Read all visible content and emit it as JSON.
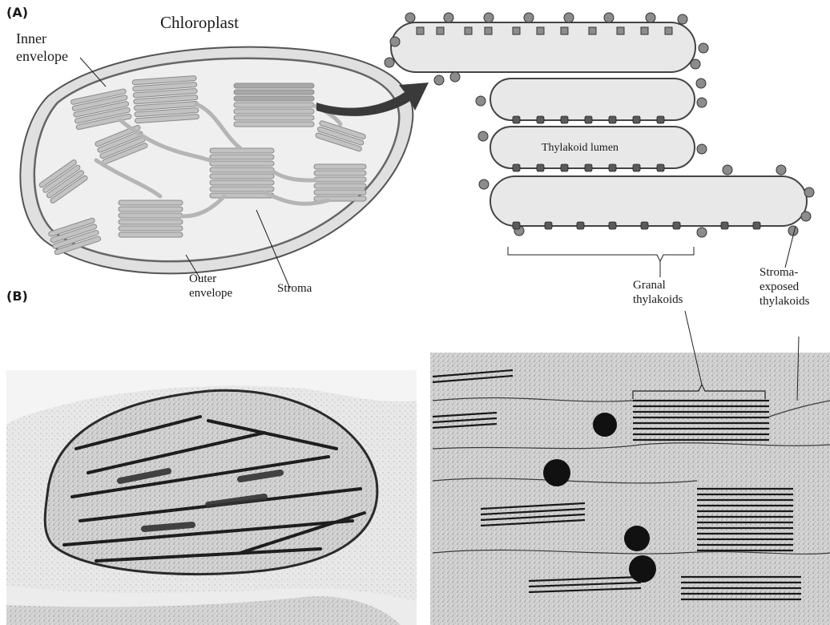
{
  "panels": {
    "a": "(A)",
    "b": "(B)"
  },
  "labels": {
    "chloroplast": "Chloroplast",
    "inner_envelope_1": "Inner",
    "inner_envelope_2": "envelope",
    "outer_envelope_1": "Outer",
    "outer_envelope_2": "envelope",
    "stroma": "Stroma",
    "thylakoid_lumen": "Thylakoid lumen",
    "granal_1": "Granal",
    "granal_2": "thylakoids",
    "stroma_exposed_1": "Stroma-",
    "stroma_exposed_2": "exposed",
    "stroma_exposed_3": "thylakoids"
  },
  "colors": {
    "envelope": "#7a7a7a",
    "stroma_fill": "#ededed",
    "grana": "#bdbdbd",
    "protein": "#8c8c8c",
    "micrograph_bg": "#cfcfcf",
    "micrograph_dark": "#2a2a2a"
  }
}
